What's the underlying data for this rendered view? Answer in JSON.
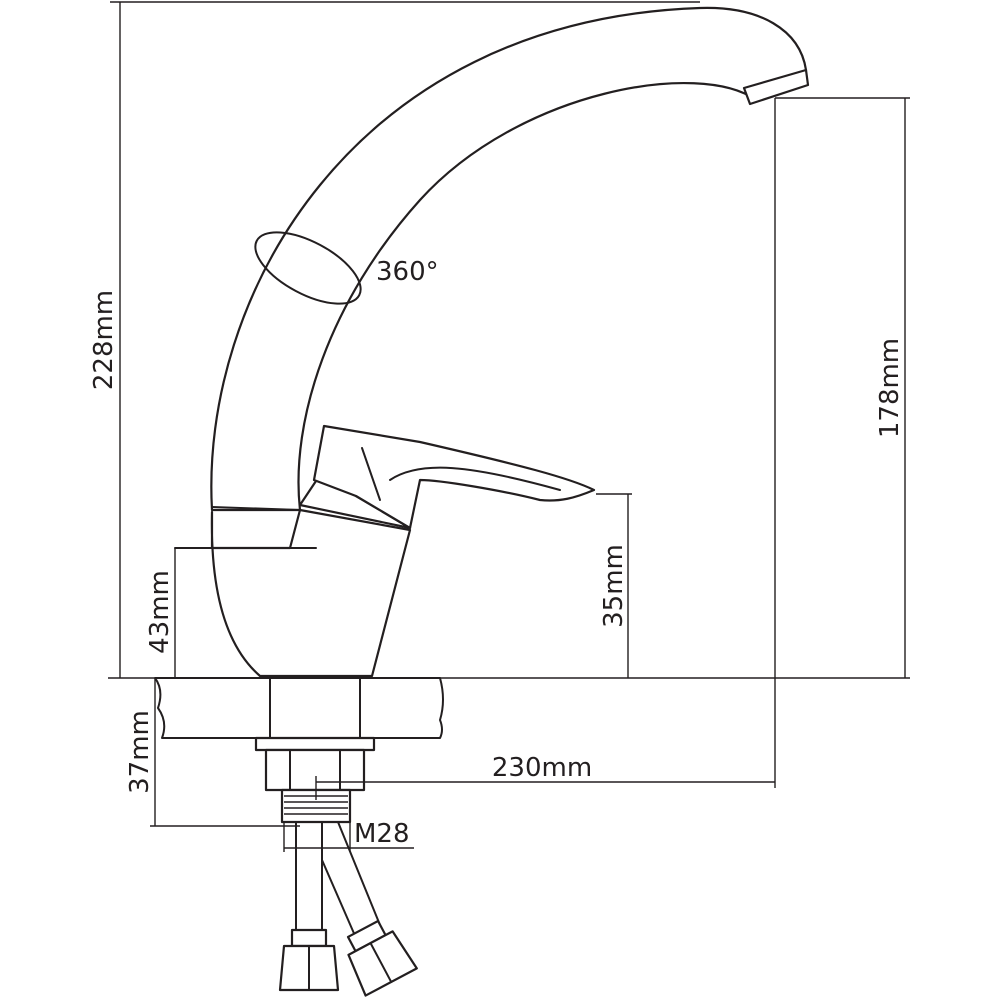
{
  "dimensions": {
    "total_height": "228mm",
    "spout_height": "178mm",
    "lever_height": "35mm",
    "base_height": "43mm",
    "spout_reach": "230mm",
    "mount_depth": "37mm",
    "thread": "M28",
    "rotation": "360°"
  }
}
